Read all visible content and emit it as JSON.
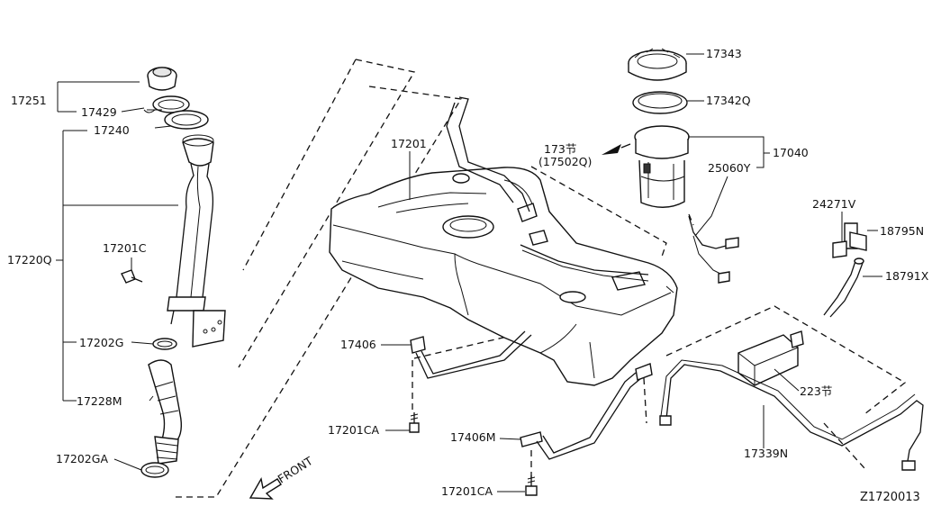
{
  "labels": {
    "p17251": "17251",
    "p17429": "17429",
    "p17240": "17240",
    "p17220Q": "17220Q",
    "p17201C": "17201C",
    "p17202G": "17202G",
    "p17228M": "17228M",
    "p17202GA": "17202GA",
    "p17201": "17201",
    "p17406": "17406",
    "p17201CA_1": "17201CA",
    "p17406M": "17406M",
    "p17201CA_2": "17201CA",
    "p17343": "17343",
    "p17342Q": "17342Q",
    "p17040": "17040",
    "p173": "173节",
    "p17502Q": "(17502Q)",
    "p25060Y": "25060Y",
    "p24271V": "24271V",
    "p18795N": "18795N",
    "p18791X": "18791X",
    "p223": "223节",
    "p17339N": "17339N"
  },
  "front_label": "FRONT",
  "diagram_id": "Z1720013"
}
